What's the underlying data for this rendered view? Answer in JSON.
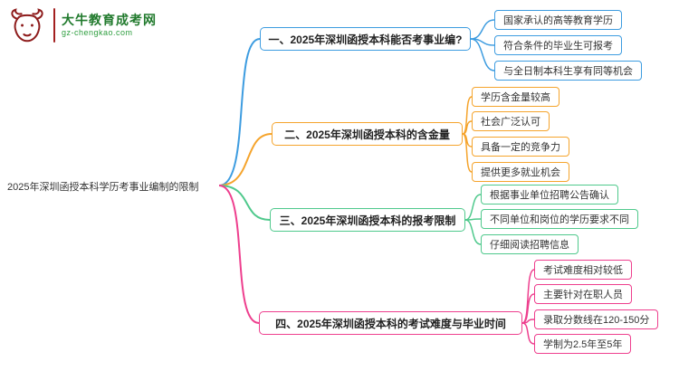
{
  "logo": {
    "name": "大牛教育成考网",
    "domain": "gz-chengkao.com",
    "brand_red": "#8e1c1c",
    "brand_green": "#217a2d"
  },
  "mindmap": {
    "root": "2025年深圳函授本科学历考事业编制的限制",
    "branches": [
      {
        "label": "一、2025年深圳函授本科能否考事业编?",
        "color": "#3d9ce0",
        "children": [
          "国家承认的高等教育学历",
          "符合条件的毕业生可报考",
          "与全日制本科生享有同等机会"
        ]
      },
      {
        "label": "二、2025年深圳函授本科的含金量",
        "color": "#f5a42c",
        "children": [
          "学历含金量较高",
          "社会广泛认可",
          "具备一定的竞争力",
          "提供更多就业机会"
        ]
      },
      {
        "label": "三、2025年深圳函授本科的报考限制",
        "color": "#4fc98c",
        "children": [
          "根据事业单位招聘公告确认",
          "不同单位和岗位的学历要求不同",
          "仔细阅读招聘信息"
        ]
      },
      {
        "label": "四、2025年深圳函授本科的考试难度与毕业时间",
        "color": "#ee3f8e",
        "children": [
          "考试难度相对较低",
          "主要针对在职人员",
          "录取分数线在120-150分",
          "学制为2.5年至5年"
        ]
      }
    ]
  }
}
